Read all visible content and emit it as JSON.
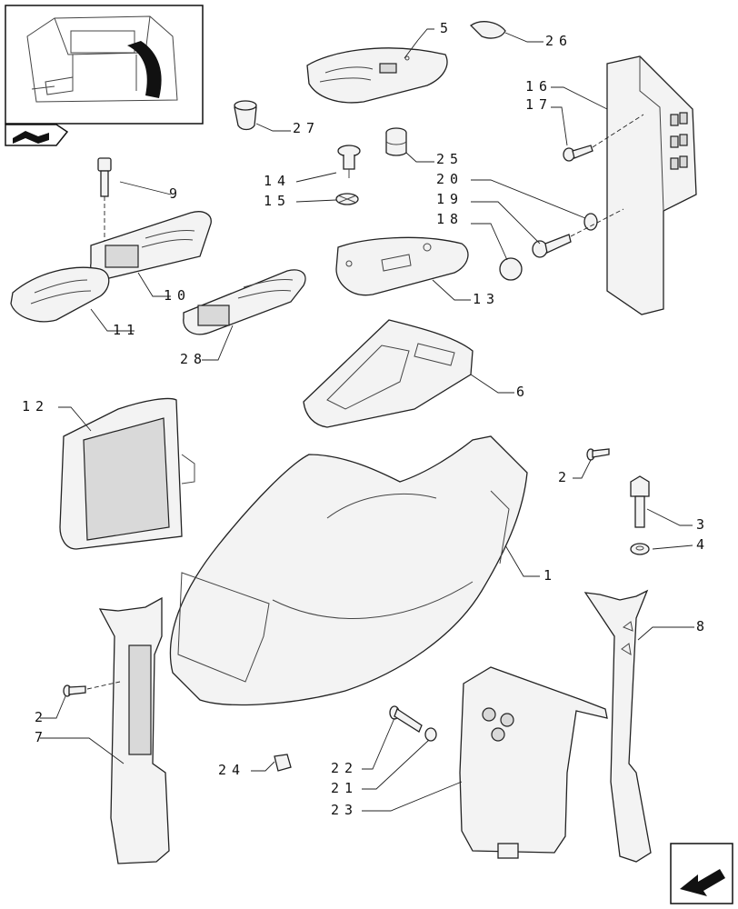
{
  "callouts": {
    "n1": "1",
    "n2a": "2",
    "n2b": "2",
    "n3": "3",
    "n4": "4",
    "n5": "5",
    "n6": "6",
    "n7": "7",
    "n8": "8",
    "n9": "9",
    "n10": "10",
    "n11": "11",
    "n12": "12",
    "n13": "13",
    "n14": "14",
    "n15": "15",
    "n16": "16",
    "n17": "17",
    "n18": "18",
    "n19": "19",
    "n20": "20",
    "n21": "21",
    "n22": "22",
    "n23": "23",
    "n24": "24",
    "n25": "25",
    "n26": "26",
    "n27": "27",
    "n28": "28"
  },
  "icons": {
    "thumbnail": "tractor-cab-locator-image",
    "book": "open-book-icon",
    "nav": "previous-page-arrow-icon"
  }
}
